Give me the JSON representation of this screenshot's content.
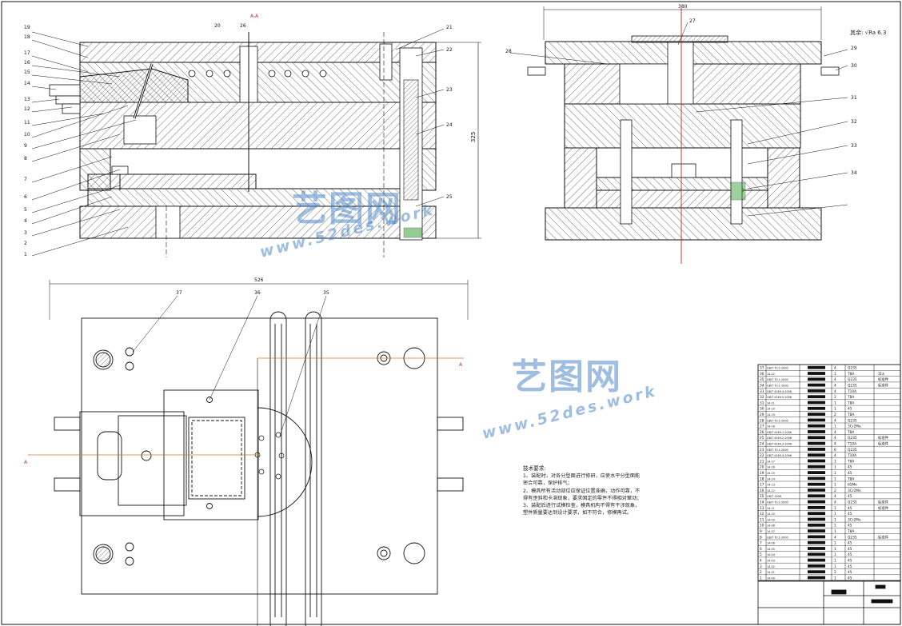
{
  "drawing": {
    "dims": {
      "top_width": "380",
      "plan_width": "526",
      "height_left": "325"
    },
    "section_marks": [
      "A-A",
      "A",
      "A"
    ],
    "roughness": {
      "prefix": "其余:",
      "value": "Ra 6.3"
    },
    "left_callouts": [
      "19",
      "18",
      "17",
      "16",
      "15",
      "14",
      "13",
      "12",
      "11",
      "10",
      "9",
      "8",
      "7",
      "6",
      "5",
      "4",
      "3",
      "2",
      "1"
    ],
    "right_callouts": [
      "21",
      "22",
      "23",
      "24",
      "25"
    ],
    "top_callouts": [
      "20",
      "26"
    ],
    "side_callouts": [
      "27",
      "28",
      "29",
      "30",
      "31",
      "32",
      "33",
      "34"
    ],
    "plan_callouts": [
      "37",
      "36",
      "35"
    ]
  },
  "notes": {
    "title": "技术要求:",
    "lines": [
      "1、装配时，对各分型面进行修研，应使水平分型面能",
      "   密合可靠，保护排气；",
      "2、模具所有活动部位应保证位置准确，动作可靠，不",
      "   得有歪斜和卡滞现象，要求固定的零件不得相对窜动；",
      "3、装配后进行试模检查，模具机构不得有干涉现象，",
      "   塑件质量要达到设计要求，如不符合，修模再试。"
    ]
  },
  "bom": {
    "rows": [
      {
        "no": "37",
        "code": "GB/T 70.1-2000",
        "qty": "4",
        "mat": "Q235",
        "note": ""
      },
      {
        "no": "36",
        "code": "14-22",
        "qty": "1",
        "mat": "T8A",
        "note": "淬火"
      },
      {
        "no": "35",
        "code": "GB/T 70.1-2000",
        "qty": "4",
        "mat": "Q235",
        "note": "标准件"
      },
      {
        "no": "34",
        "code": "GB/T 70.1-2000",
        "qty": "4",
        "mat": "Q235",
        "note": "标准件"
      },
      {
        "no": "33",
        "code": "GB/T 4169.4-2006",
        "qty": "4",
        "mat": "T10A",
        "note": ""
      },
      {
        "no": "32",
        "code": "GB/T 4169.5-2006",
        "qty": "2",
        "mat": "T8A",
        "note": ""
      },
      {
        "no": "31",
        "code": "14-21",
        "qty": "1",
        "mat": "T8A",
        "note": ""
      },
      {
        "no": "30",
        "code": "14-20",
        "qty": "1",
        "mat": "45",
        "note": ""
      },
      {
        "no": "29",
        "code": "14-19",
        "qty": "2",
        "mat": "T8A",
        "note": ""
      },
      {
        "no": "28",
        "code": "GB/T 70.1-2000",
        "qty": "4",
        "mat": "Q235",
        "note": ""
      },
      {
        "no": "27",
        "code": "14-18",
        "qty": "1",
        "mat": "3Cr2Mo",
        "note": ""
      },
      {
        "no": "26",
        "code": "GB/T 4169.1-2006",
        "qty": "4",
        "mat": "T8A",
        "note": ""
      },
      {
        "no": "25",
        "code": "GB/T 4169.2-2006",
        "qty": "4",
        "mat": "Q235",
        "note": "标准件"
      },
      {
        "no": "24",
        "code": "GB/T 4169.3-2006",
        "qty": "4",
        "mat": "T10A",
        "note": "标准件"
      },
      {
        "no": "23",
        "code": "GB/T 70.1-2000",
        "qty": "6",
        "mat": "Q235",
        "note": ""
      },
      {
        "no": "22",
        "code": "GB/T 4169.4-2006",
        "qty": "4",
        "mat": "T10A",
        "note": ""
      },
      {
        "no": "21",
        "code": "14-17",
        "qty": "1",
        "mat": "T8A",
        "note": ""
      },
      {
        "no": "20",
        "code": "14-16",
        "qty": "1",
        "mat": "45",
        "note": ""
      },
      {
        "no": "19",
        "code": "14-15",
        "qty": "1",
        "mat": "45",
        "note": ""
      },
      {
        "no": "18",
        "code": "14-14",
        "qty": "1",
        "mat": "T8A",
        "note": ""
      },
      {
        "no": "17",
        "code": "14-13",
        "qty": "1",
        "mat": "65Mn",
        "note": ""
      },
      {
        "no": "16",
        "code": "14-12",
        "qty": "2",
        "mat": "3Cr2Mo",
        "note": ""
      },
      {
        "no": "15",
        "code": "GB/T 1096",
        "qty": "4",
        "mat": "45",
        "note": ""
      },
      {
        "no": "14",
        "code": "GB/T 70.1-2000",
        "qty": "4",
        "mat": "Q235",
        "note": "标准件"
      },
      {
        "no": "13",
        "code": "14-11",
        "qty": "1",
        "mat": "45",
        "note": "标准件"
      },
      {
        "no": "12",
        "code": "14-10",
        "qty": "1",
        "mat": "45",
        "note": ""
      },
      {
        "no": "11",
        "code": "14-09",
        "qty": "1",
        "mat": "3Cr2Mo",
        "note": ""
      },
      {
        "no": "10",
        "code": "14-08",
        "qty": "1",
        "mat": "45",
        "note": ""
      },
      {
        "no": "9",
        "code": "14-07",
        "qty": "1",
        "mat": "T8A",
        "note": ""
      },
      {
        "no": "8",
        "code": "GB/T 70.1-2000",
        "qty": "4",
        "mat": "Q235",
        "note": "标准件"
      },
      {
        "no": "7",
        "code": "14-06",
        "qty": "1",
        "mat": "45",
        "note": ""
      },
      {
        "no": "6",
        "code": "14-05",
        "qty": "1",
        "mat": "45",
        "note": ""
      },
      {
        "no": "5",
        "code": "14-04",
        "qty": "1",
        "mat": "45",
        "note": ""
      },
      {
        "no": "4",
        "code": "14-03",
        "qty": "1",
        "mat": "45",
        "note": ""
      },
      {
        "no": "3",
        "code": "14-02",
        "qty": "1",
        "mat": "45",
        "note": ""
      },
      {
        "no": "2",
        "code": "14-01",
        "qty": "2",
        "mat": "45",
        "note": ""
      },
      {
        "no": "1",
        "code": "14-00",
        "qty": "1",
        "mat": "45",
        "note": ""
      }
    ]
  },
  "watermark": {
    "cn": "艺图网",
    "url": "www.52des.work"
  },
  "colors": {
    "line": "#1a1a1a",
    "hatch": "#333333",
    "center": "#cc2222",
    "orange": "#d07a20",
    "watermark": "#4f88c8",
    "green": "#2a9a2a"
  }
}
